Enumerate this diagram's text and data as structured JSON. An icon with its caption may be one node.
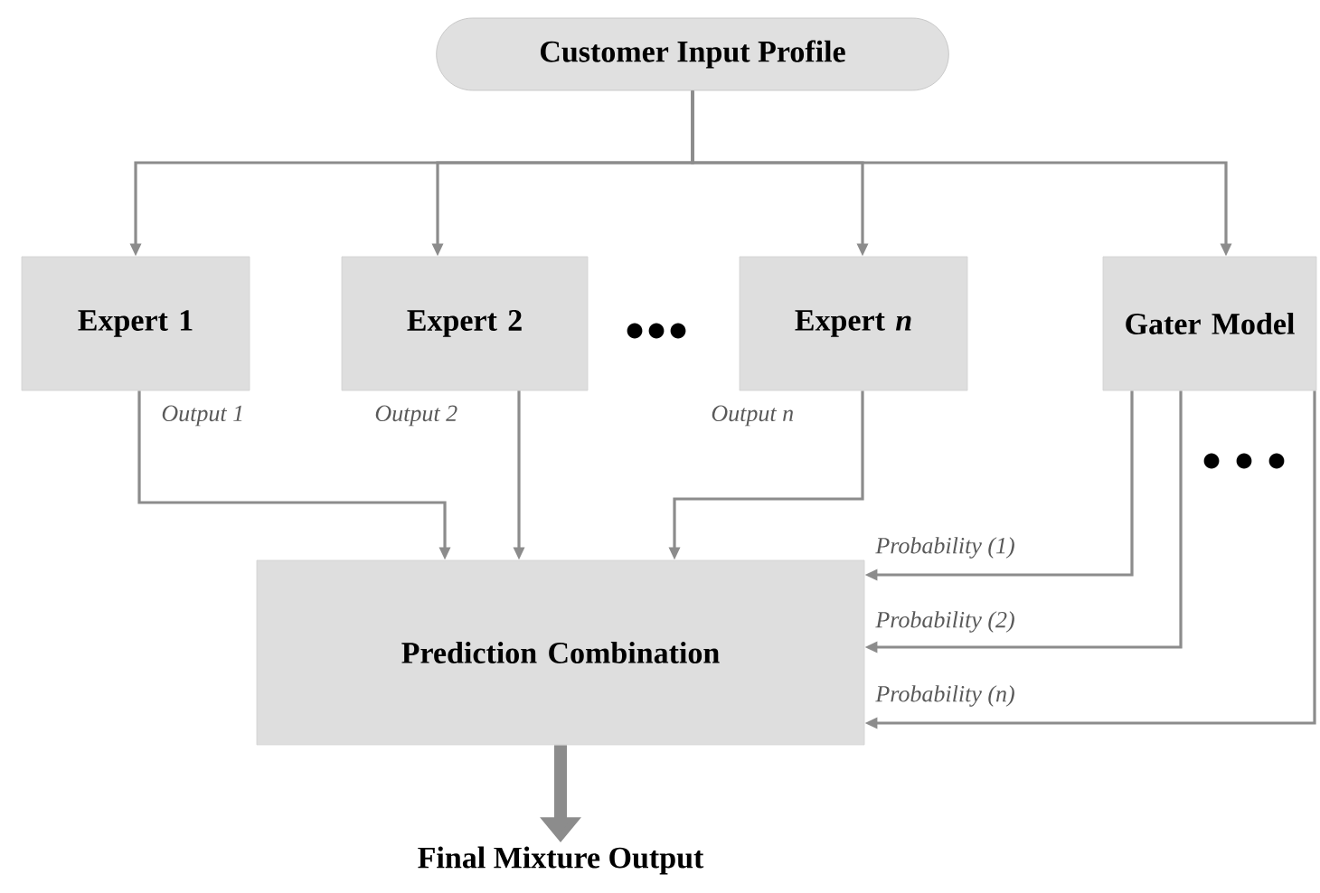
{
  "diagram": {
    "nodes": [
      {
        "text": [
          "Customer Input Profile"
        ]
      },
      {
        "text": [
          "Expert 1"
        ]
      },
      {
        "text": [
          "Expert 2"
        ]
      },
      {
        "text": [
          "Expert *n*"
        ]
      },
      {
        "text": [
          "Gater Model"
        ]
      },
      {
        "text": [
          "Prediction Combination"
        ]
      },
      {
        "text": [
          "Final Mixture Output"
        ]
      }
    ],
    "edges": [
      {
        "from": 0,
        "to": 1,
        "arrow": "to"
      },
      {
        "from": 0,
        "to": 2,
        "arrow": "to"
      },
      {
        "from": 0,
        "to": 3,
        "arrow": "to"
      },
      {
        "from": 0,
        "to": 4,
        "arrow": "to"
      },
      {
        "from": 1,
        "to": 5,
        "arrow": "to",
        "label": "Output 1"
      },
      {
        "from": 2,
        "to": 5,
        "arrow": "to",
        "label": "Output 2"
      },
      {
        "from": 3,
        "to": 5,
        "arrow": "to",
        "label": "Output n"
      },
      {
        "from": 4,
        "to": 5,
        "arrow": "to",
        "label": "Probability (1)"
      },
      {
        "from": 4,
        "to": 5,
        "arrow": "to",
        "label": "Probability (2)"
      },
      {
        "from": 4,
        "to": 5,
        "arrow": "to",
        "label": "Probability (n)"
      },
      {
        "from": 5,
        "to": 6,
        "arrow": "to",
        "style": "thick"
      }
    ]
  }
}
